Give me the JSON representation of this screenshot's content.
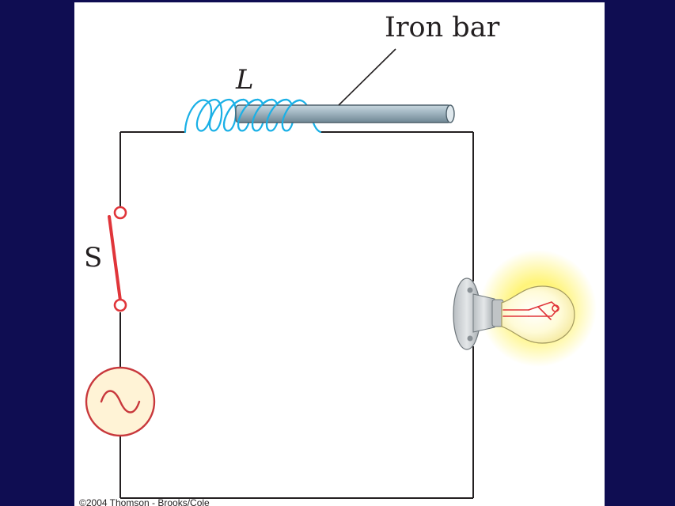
{
  "figure": {
    "labels": {
      "iron_bar": "Iron bar",
      "inductor": "L",
      "switch": "S"
    },
    "credit": "©2004 Thomson - Brooks/Cole",
    "colors": {
      "background": "#0f0d52",
      "panel": "#ffffff",
      "wire": "#231f20",
      "coil": "#1ab0e6",
      "switch": "#e0353a",
      "source": "#c8383c",
      "source_fill": "#fff3d6",
      "iron_bar": "#9db3c0",
      "bulb_glow": "#fff36a"
    },
    "icons": {
      "source": "ac-source-icon",
      "bulb": "light-bulb-icon",
      "coil": "inductor-coil-icon"
    }
  }
}
